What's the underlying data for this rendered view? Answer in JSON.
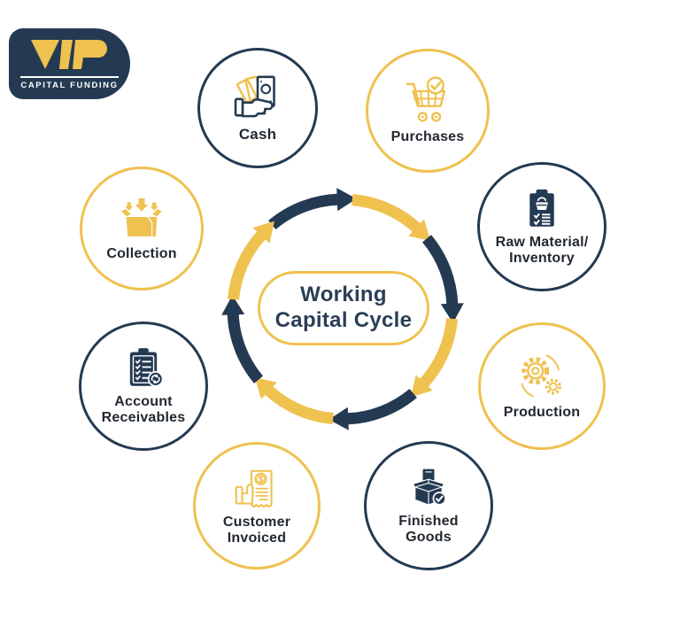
{
  "colors": {
    "navy": "#243A52",
    "yellow": "#EFC14F",
    "label": "#222831",
    "center_text": "#2B3E57",
    "bg": "#FFFFFF"
  },
  "logo": {
    "brand": "VIP",
    "tagline": "CAPITAL FUNDING"
  },
  "center": {
    "line1": "Working",
    "line2": "Capital Cycle"
  },
  "nodes": [
    {
      "label1": "Cash",
      "label2": "",
      "ring": "navy",
      "icon": "cash-in-hand-icon"
    },
    {
      "label1": "Purchases",
      "label2": "",
      "ring": "yellow",
      "icon": "shopping-cart-check-icon"
    },
    {
      "label1": "Raw Material/",
      "label2": "Inventory",
      "ring": "navy",
      "icon": "inventory-clipboard-icon"
    },
    {
      "label1": "Production",
      "label2": "",
      "ring": "yellow",
      "icon": "gears-icon"
    },
    {
      "label1": "Finished",
      "label2": "Goods",
      "ring": "navy",
      "icon": "packed-box-check-icon"
    },
    {
      "label1": "Customer",
      "label2": "Invoiced",
      "ring": "yellow",
      "icon": "invoice-hand-icon"
    },
    {
      "label1": "Account",
      "label2": "Receivables",
      "ring": "navy",
      "icon": "receivables-clipboard-icon"
    },
    {
      "label1": "Collection",
      "label2": "",
      "ring": "yellow",
      "icon": "collection-box-icon"
    }
  ],
  "cycle": {
    "direction": "clockwise",
    "arrow_colors": [
      "navy",
      "yellow",
      "navy",
      "yellow",
      "navy",
      "yellow",
      "navy",
      "yellow"
    ]
  }
}
